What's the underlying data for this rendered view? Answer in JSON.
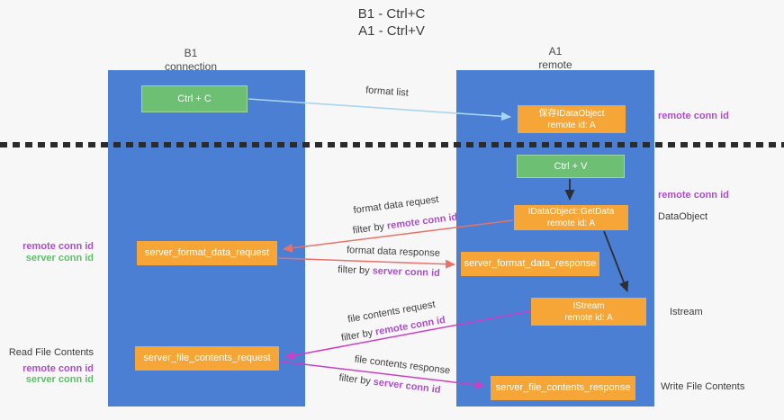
{
  "title": {
    "line1": "B1 - Ctrl+C",
    "line2": "A1 - Ctrl+V"
  },
  "lanes": {
    "left": {
      "name": "B1",
      "role": "connection"
    },
    "right": {
      "name": "A1",
      "role": "remote"
    }
  },
  "boxes": {
    "ctrl_c": {
      "label": "Ctrl + C"
    },
    "save_idataobject": {
      "line1": "保存IDataObject",
      "line2": "remote id: A"
    },
    "ctrl_v": {
      "label": "Ctrl + V"
    },
    "idataobject_getdata": {
      "line1": "IDataObject::GetData",
      "line2": "remote id: A"
    },
    "server_format_data_request": {
      "label": "server_format_data_request"
    },
    "server_format_data_response": {
      "label": "server_format_data_response"
    },
    "istream": {
      "line1": "IStream",
      "line2": "remote id: A"
    },
    "server_file_contents_request": {
      "label": "server_file_contents_request"
    },
    "server_file_contents_response": {
      "label": "server_file_contents_response"
    }
  },
  "side_labels": {
    "right_top_remote_conn": "remote conn id",
    "right_mid_remote_conn": "remote conn id",
    "dataobject": "DataObject",
    "istream": "Istream",
    "write_file_contents": "Write File Contents",
    "left_remote_conn_1": "remote conn id",
    "left_server_conn_1": "server conn id",
    "read_file_contents": "Read File Contents",
    "left_remote_conn_2": "remote conn id",
    "left_server_conn_2": "server conn id"
  },
  "arrows": {
    "format_list": {
      "label": "format list"
    },
    "format_data_request": {
      "label": "format data request",
      "filter_prefix": "filter by ",
      "filter_key": "remote conn id"
    },
    "format_data_response": {
      "label": "format data response",
      "filter_prefix": "filter by ",
      "filter_key": "server conn id"
    },
    "file_contents_request": {
      "label": "file contents request",
      "filter_prefix": "filter by ",
      "filter_key": "remote conn id"
    },
    "file_contents_response": {
      "label": "file contents response",
      "filter_prefix": "filter by ",
      "filter_key": "server conn id"
    }
  },
  "colors": {
    "lane_blue": "#4a7fd4",
    "box_orange": "#f6a637",
    "box_green": "#6dbf73",
    "text_purple": "#ab4fc8",
    "text_green": "#5fbe6a",
    "arrow_light_blue": "#a9d5f0",
    "arrow_red": "#e8716a",
    "arrow_magenta": "#cb3fc4",
    "arrow_black": "#2f2f2f"
  }
}
